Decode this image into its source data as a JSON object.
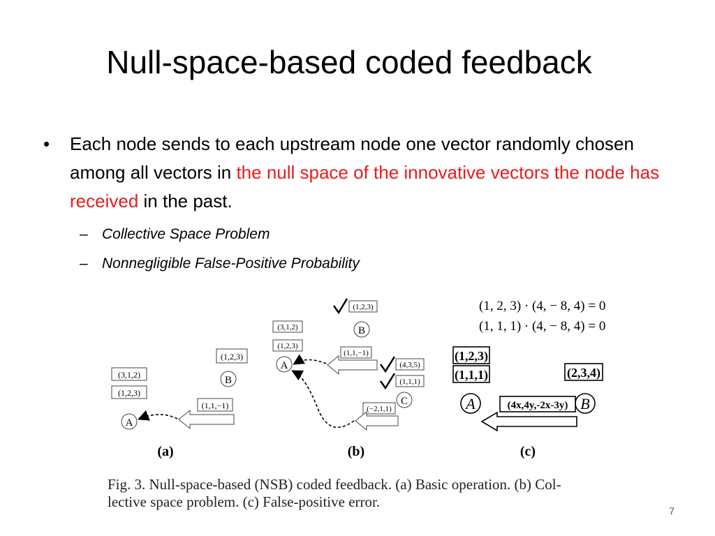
{
  "slide": {
    "title": "Null-space-based coded feedback",
    "page_number": "7",
    "bullet": {
      "text_before": "Each node sends to each upstream node one vector randomly chosen among all vectors in ",
      "highlight": "the null space of the innovative vectors the node has received",
      "text_after": " in the past.",
      "highlight_color": "#e81c1c"
    },
    "sub_bullets": [
      "Collective Space Problem",
      "Nonnegligible False-Positive Probability"
    ]
  },
  "figure": {
    "a": {
      "label": "(a)",
      "nodes": [
        "A",
        "B"
      ],
      "a_vectors": [
        "(3,1,2)",
        "(1,2,3)"
      ],
      "b_vector": "(1,2,3)",
      "feedback": "(1,1,−1)"
    },
    "b": {
      "label": "(b)",
      "nodes": [
        "A",
        "B",
        "C"
      ],
      "a_vectors": [
        "(3,1,2)",
        "(1,2,3)"
      ],
      "b_vector": "(1,2,3)",
      "b_feedback": "(1,1,−1)",
      "c_vectors": [
        "(4,3,5)",
        "(1,1,1)"
      ],
      "c_feedback": "(−2,1,1)"
    },
    "c": {
      "label": "(c)",
      "equations": [
        "(1, 2, 3) · (4, − 8, 4) = 0",
        "(1, 1, 1) · (4, − 8, 4) = 0"
      ],
      "a_vectors": [
        "(1,2,3)",
        "(1,1,1)"
      ],
      "b_vector": "(2,3,4)",
      "nodes": [
        "A",
        "B"
      ],
      "feedback": "(4x,4y,-2x-3y)"
    },
    "caption_line1": "Fig. 3.   Null-space-based (NSB) coded feedback. (a) Basic operation. (b) Col-",
    "caption_line2": "lective space problem. (c) False-positive error."
  }
}
